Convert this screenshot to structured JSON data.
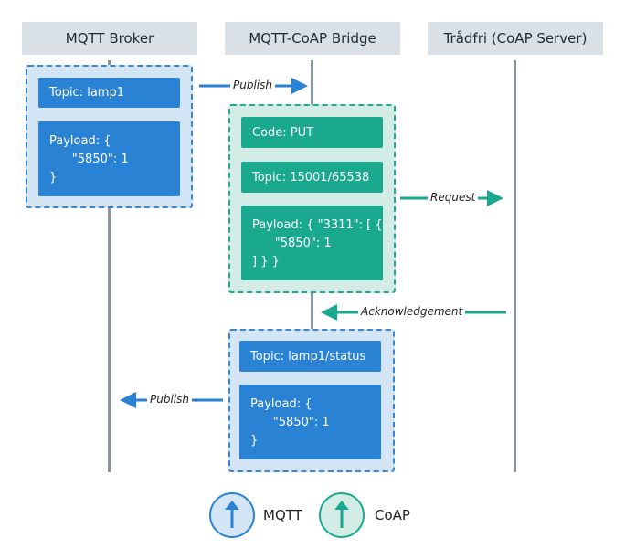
{
  "headers": {
    "broker": "MQTT Broker",
    "bridge": "MQTT-CoAP Bridge",
    "server": "Trådfri (CoAP Server)"
  },
  "messages": {
    "incoming_topic": "Topic: lamp1",
    "incoming_payload": "Payload: {\n      \"5850\": 1\n}",
    "code": "Code: PUT",
    "coap_topic": "Topic: 15001/65538",
    "coap_payload": "Payload: { \"3311\": [ {\n      \"5850\": 1\n] } }",
    "status_topic": "Topic: lamp1/status",
    "status_payload": "Payload: {\n      \"5850\": 1\n}"
  },
  "arrows": {
    "publish_in": "Publish",
    "request": "Request",
    "acknowledgement": "Acknowledgement",
    "publish_out": "Publish"
  },
  "legend": {
    "mqtt": "MQTT",
    "coap": "CoAP"
  },
  "colors": {
    "mqtt": "#2a82d4",
    "coap": "#1aa98f",
    "lifeline": "#8a959c",
    "header_bg": "#d9e0e6"
  }
}
